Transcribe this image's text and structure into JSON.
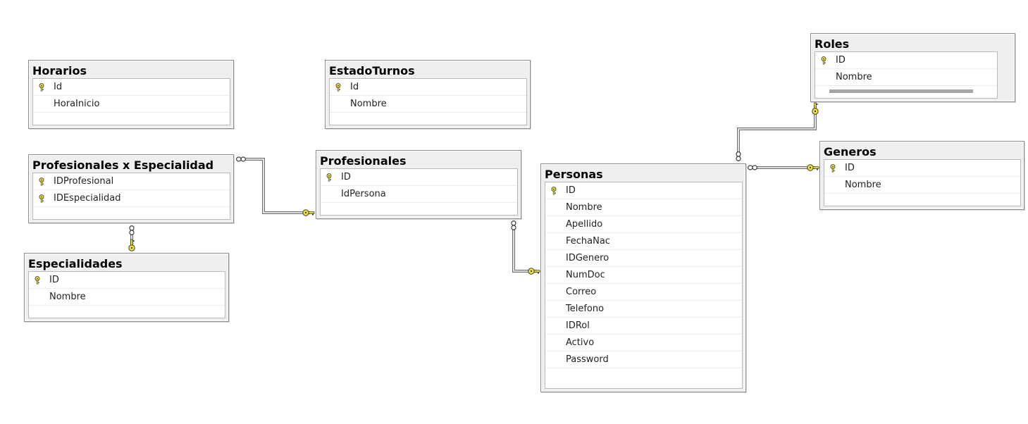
{
  "tables": {
    "horarios": {
      "title": "Horarios",
      "columns": [
        {
          "name": "Id",
          "pk": true
        },
        {
          "name": "HoraInicio",
          "pk": false
        }
      ]
    },
    "estado_turnos": {
      "title": "EstadoTurnos",
      "columns": [
        {
          "name": "Id",
          "pk": true
        },
        {
          "name": "Nombre",
          "pk": false
        }
      ]
    },
    "roles": {
      "title": "Roles",
      "columns": [
        {
          "name": "ID",
          "pk": true
        },
        {
          "name": "Nombre",
          "pk": false
        }
      ]
    },
    "profesionales_x_especialidad": {
      "title": "Profesionales x Especialidad",
      "columns": [
        {
          "name": "IDProfesional",
          "pk": true
        },
        {
          "name": "IDEspecialidad",
          "pk": true
        }
      ]
    },
    "profesionales": {
      "title": "Profesionales",
      "columns": [
        {
          "name": "ID",
          "pk": true
        },
        {
          "name": "IdPersona",
          "pk": false
        }
      ]
    },
    "generos": {
      "title": "Generos",
      "columns": [
        {
          "name": "ID",
          "pk": true
        },
        {
          "name": "Nombre",
          "pk": false
        }
      ]
    },
    "especialidades": {
      "title": "Especialidades",
      "columns": [
        {
          "name": "ID",
          "pk": true
        },
        {
          "name": "Nombre",
          "pk": false
        }
      ]
    },
    "personas": {
      "title": "Personas",
      "columns": [
        {
          "name": "ID",
          "pk": true
        },
        {
          "name": "Nombre",
          "pk": false
        },
        {
          "name": "Apellido",
          "pk": false
        },
        {
          "name": "FechaNac",
          "pk": false
        },
        {
          "name": "IDGenero",
          "pk": false
        },
        {
          "name": "NumDoc",
          "pk": false
        },
        {
          "name": "Correo",
          "pk": false
        },
        {
          "name": "Telefono",
          "pk": false
        },
        {
          "name": "IDRol",
          "pk": false
        },
        {
          "name": "Activo",
          "pk": false
        },
        {
          "name": "Password",
          "pk": false
        }
      ]
    }
  },
  "relationships": [
    {
      "from": "profesionales_x_especialidad",
      "to": "profesionales",
      "many_end": "profesionales_x_especialidad",
      "one_end": "profesionales"
    },
    {
      "from": "profesionales_x_especialidad",
      "to": "especialidades",
      "many_end": "profesionales_x_especialidad",
      "one_end": "especialidades"
    },
    {
      "from": "profesionales",
      "to": "personas",
      "many_end": "profesionales",
      "one_end": "personas"
    },
    {
      "from": "personas",
      "to": "roles",
      "many_end": "personas",
      "one_end": "roles"
    },
    {
      "from": "personas",
      "to": "generos",
      "many_end": "personas",
      "one_end": "generos"
    }
  ],
  "colors": {
    "connector_key": "#f2e52c",
    "connector_line": "#6f6f6f",
    "table_frame": "#8c8c8c"
  },
  "icons": {
    "primary_key": "key-icon",
    "many_end": "infinity-icon",
    "one_end": "key-icon"
  }
}
